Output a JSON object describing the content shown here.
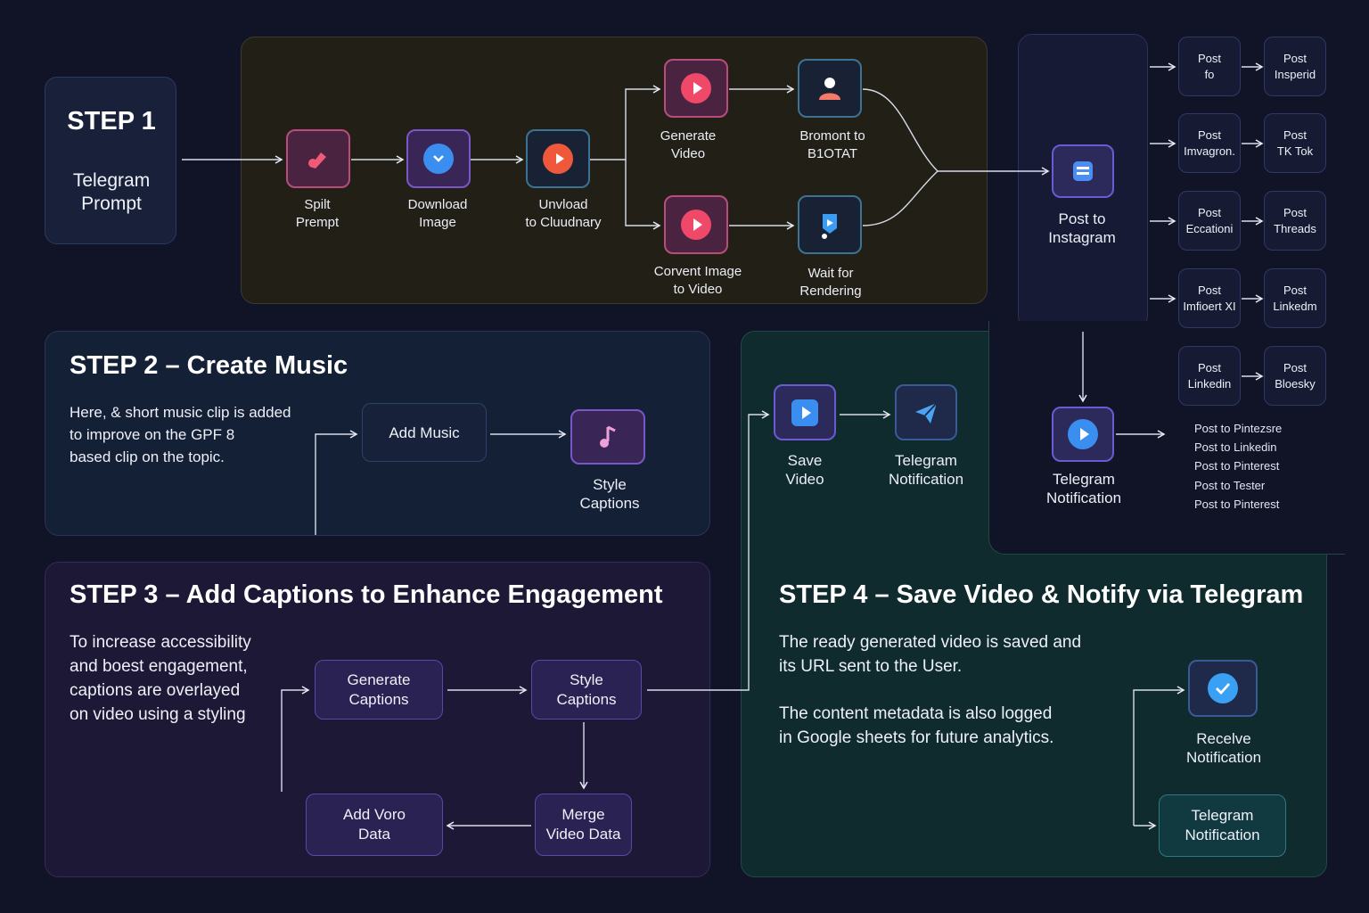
{
  "step1": {
    "title": "STEP 1",
    "subtitle": "Telegram\nPrompt"
  },
  "top_flow": {
    "split_prompt": "Spilt\nPrempt",
    "download_image": "Download\nImage",
    "upload_cloudinary": "Unvload\nto Cluudnary",
    "generate_video": "Generate\nVideo",
    "convert_image": "Corvent Image\nto Video",
    "bromont": "Bromont to\nB1OTAT",
    "wait_rendering": "Wait for\nRendering"
  },
  "instagram": {
    "label": "Post to\nInstagram"
  },
  "posts_grid": [
    [
      "Post\nfo",
      "Post\nInsperid"
    ],
    [
      "Post\nImvagron.",
      "Post\nTK Tok"
    ],
    [
      "Post\nEccationi",
      "Post\nThreads"
    ],
    [
      "Post\nImfioert XI",
      "Post\nLinkedm"
    ],
    [
      "Post\nLinkedin",
      "Post\nBloesky"
    ]
  ],
  "telegram_notification_right": "Telegram\nNotification",
  "post_list": [
    "Post to Pintezsre",
    "Post to Linkedin",
    "Post to Pinterest",
    "Post to Tester",
    "Post to Pinterest"
  ],
  "step2": {
    "title": "STEP 2 – Create Music",
    "text": "Here, & short music clip is added\nto improve on the GPF 8\nbased clip on the topic.",
    "add_music": "Add Music",
    "style_captions": "Style\nCaptions"
  },
  "step3": {
    "title": "STEP 3 – Add Captions to Enhance Engagement",
    "text": "To increase accessibility\nand boest engagement,\ncaptions are overlayed\non video using a styling",
    "generate_captions": "Generate\nCaptions",
    "style_captions": "Style\nCaptions",
    "add_voro": "Add Voro\nData",
    "merge_video": "Merge\nVideo Data"
  },
  "step4": {
    "title": "STEP 4 – Save Video & Notify via Telegram",
    "text1": "The ready generated video is saved and\nits URL sent to the User.",
    "text2": "The content metadata is also logged\nin Google sheets for future analytics.",
    "save_video": "Save\nVideo",
    "telegram_notification": "Telegram\nNotification",
    "receive_notification": "Recelve\nNotification",
    "telegram_notification_box": "Telegram\nNotification"
  }
}
